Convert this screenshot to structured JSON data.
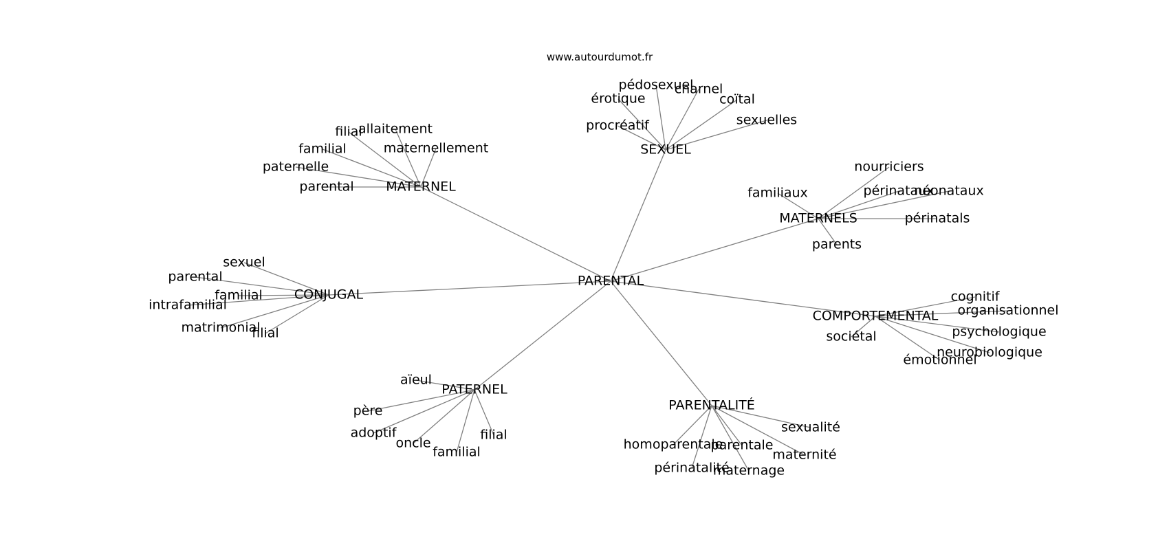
{
  "source_label": "www.autourdumot.fr",
  "edge_color": "#808080",
  "text_color": "#000000",
  "background": "#ffffff",
  "graph": {
    "center": "PARENTAL",
    "groups": [
      {
        "hub": "SEXUEL",
        "leaves": [
          "pédosexuel",
          "charnel",
          "érotique",
          "coïtal",
          "procréatif",
          "sexuelles"
        ]
      },
      {
        "hub": "MATERNEL",
        "leaves": [
          "filial",
          "allaitement",
          "familial",
          "maternellement",
          "paternelle",
          "parental"
        ]
      },
      {
        "hub": "MATERNELS",
        "leaves": [
          "nourriciers",
          "familiaux",
          "périnataux",
          "néonataux",
          "périnatals",
          "parents"
        ]
      },
      {
        "hub": "CONJUGAL",
        "leaves": [
          "sexuel",
          "parental",
          "familial",
          "intrafamilial",
          "matrimonial",
          "filial"
        ]
      },
      {
        "hub": "COMPORTEMENTAL",
        "leaves": [
          "cognitif",
          "organisationnel",
          "sociétal",
          "psychologique",
          "neurobiologique",
          "émotionnel"
        ]
      },
      {
        "hub": "PATERNEL",
        "leaves": [
          "aïeul",
          "père",
          "adoptif",
          "oncle",
          "familial",
          "filial"
        ]
      },
      {
        "hub": "PARENTALITÉ",
        "leaves": [
          "sexualité",
          "homoparentale",
          "parentale",
          "maternité",
          "périnatalité",
          "maternage"
        ]
      }
    ]
  }
}
